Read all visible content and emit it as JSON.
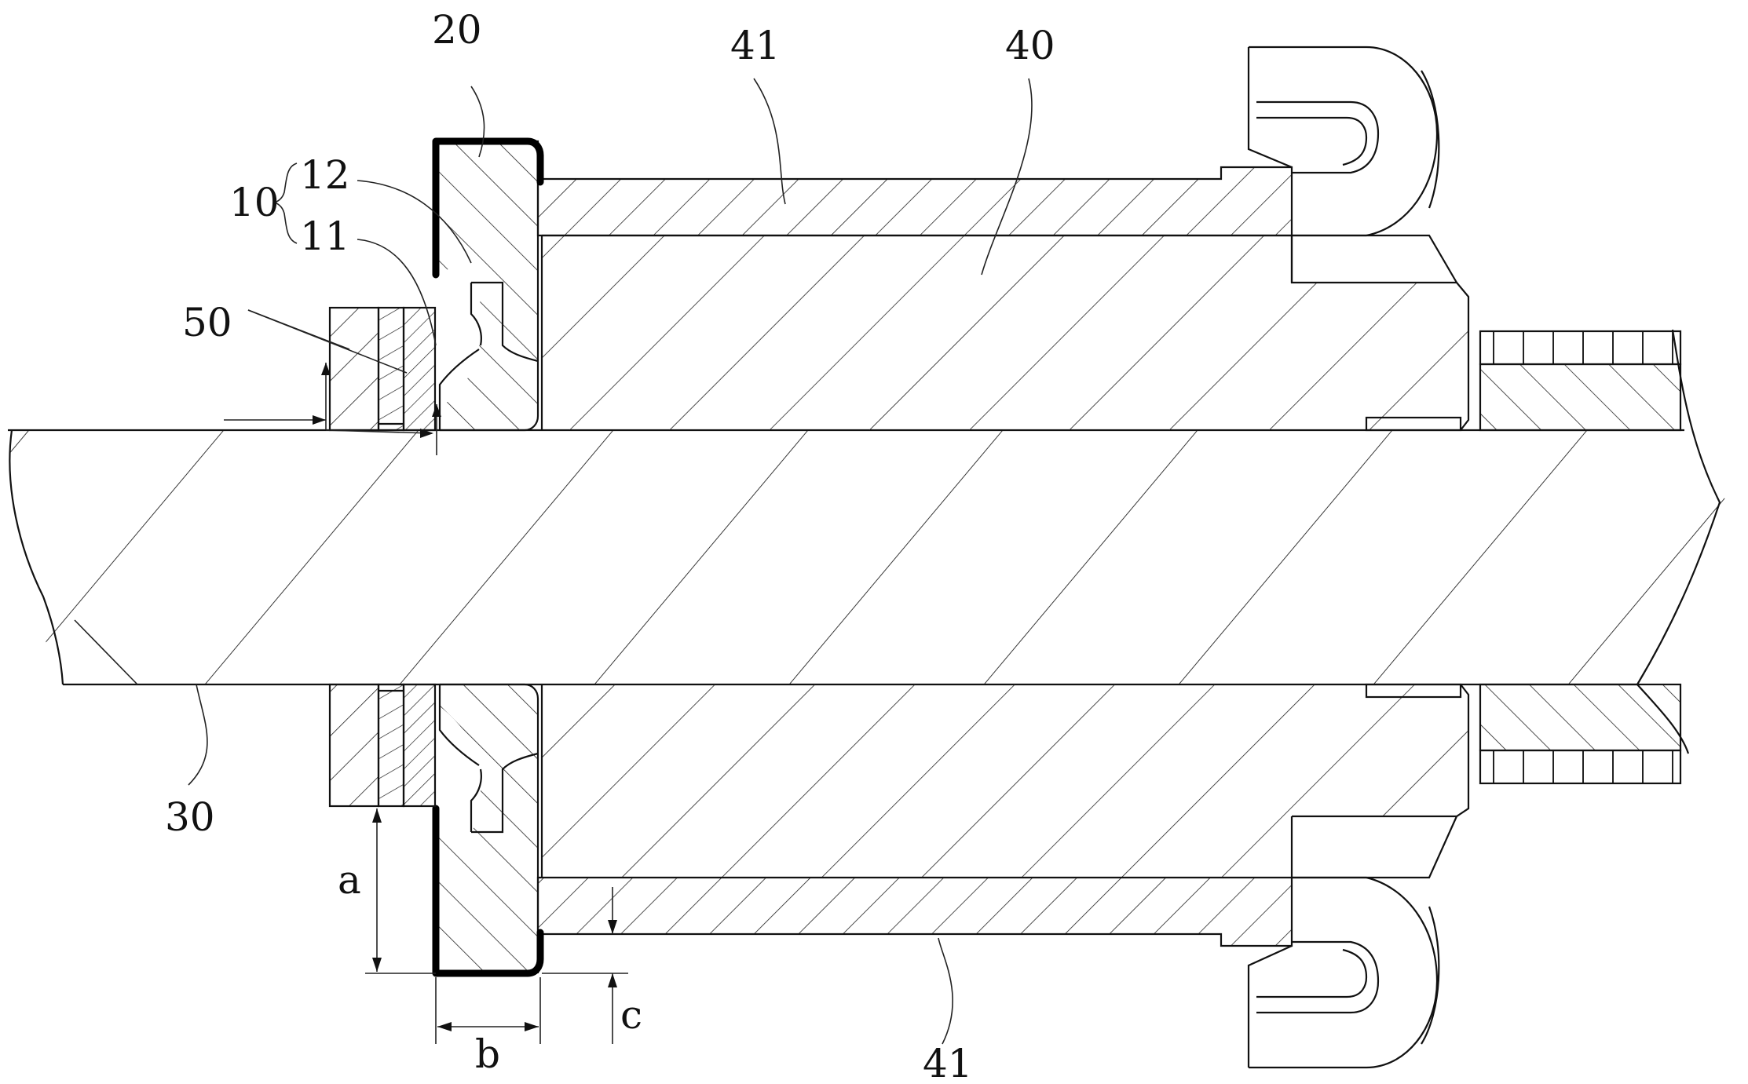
{
  "figure": {
    "labels": {
      "l20": "20",
      "l41_top": "41",
      "l40": "40",
      "l10": "10",
      "l12": "12",
      "l11": "11",
      "l50": "50",
      "l30": "30",
      "la": "a",
      "lb": "b",
      "lc": "c",
      "l41_bottom": "41"
    },
    "colors": {
      "line": "#111111",
      "background": "#ffffff"
    }
  }
}
